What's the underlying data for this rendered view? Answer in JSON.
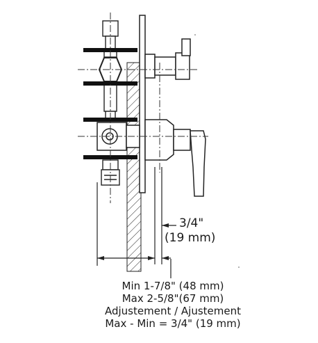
{
  "dimension": {
    "value_in": "3/4\"",
    "value_mm": "(19 mm)"
  },
  "notes": [
    "Min 1-7/8\" (48 mm)",
    "Max 2-5/8\"(67 mm)",
    "Adjustement / Ajustement",
    "Max - Min = 3/4\" (19 mm)"
  ]
}
